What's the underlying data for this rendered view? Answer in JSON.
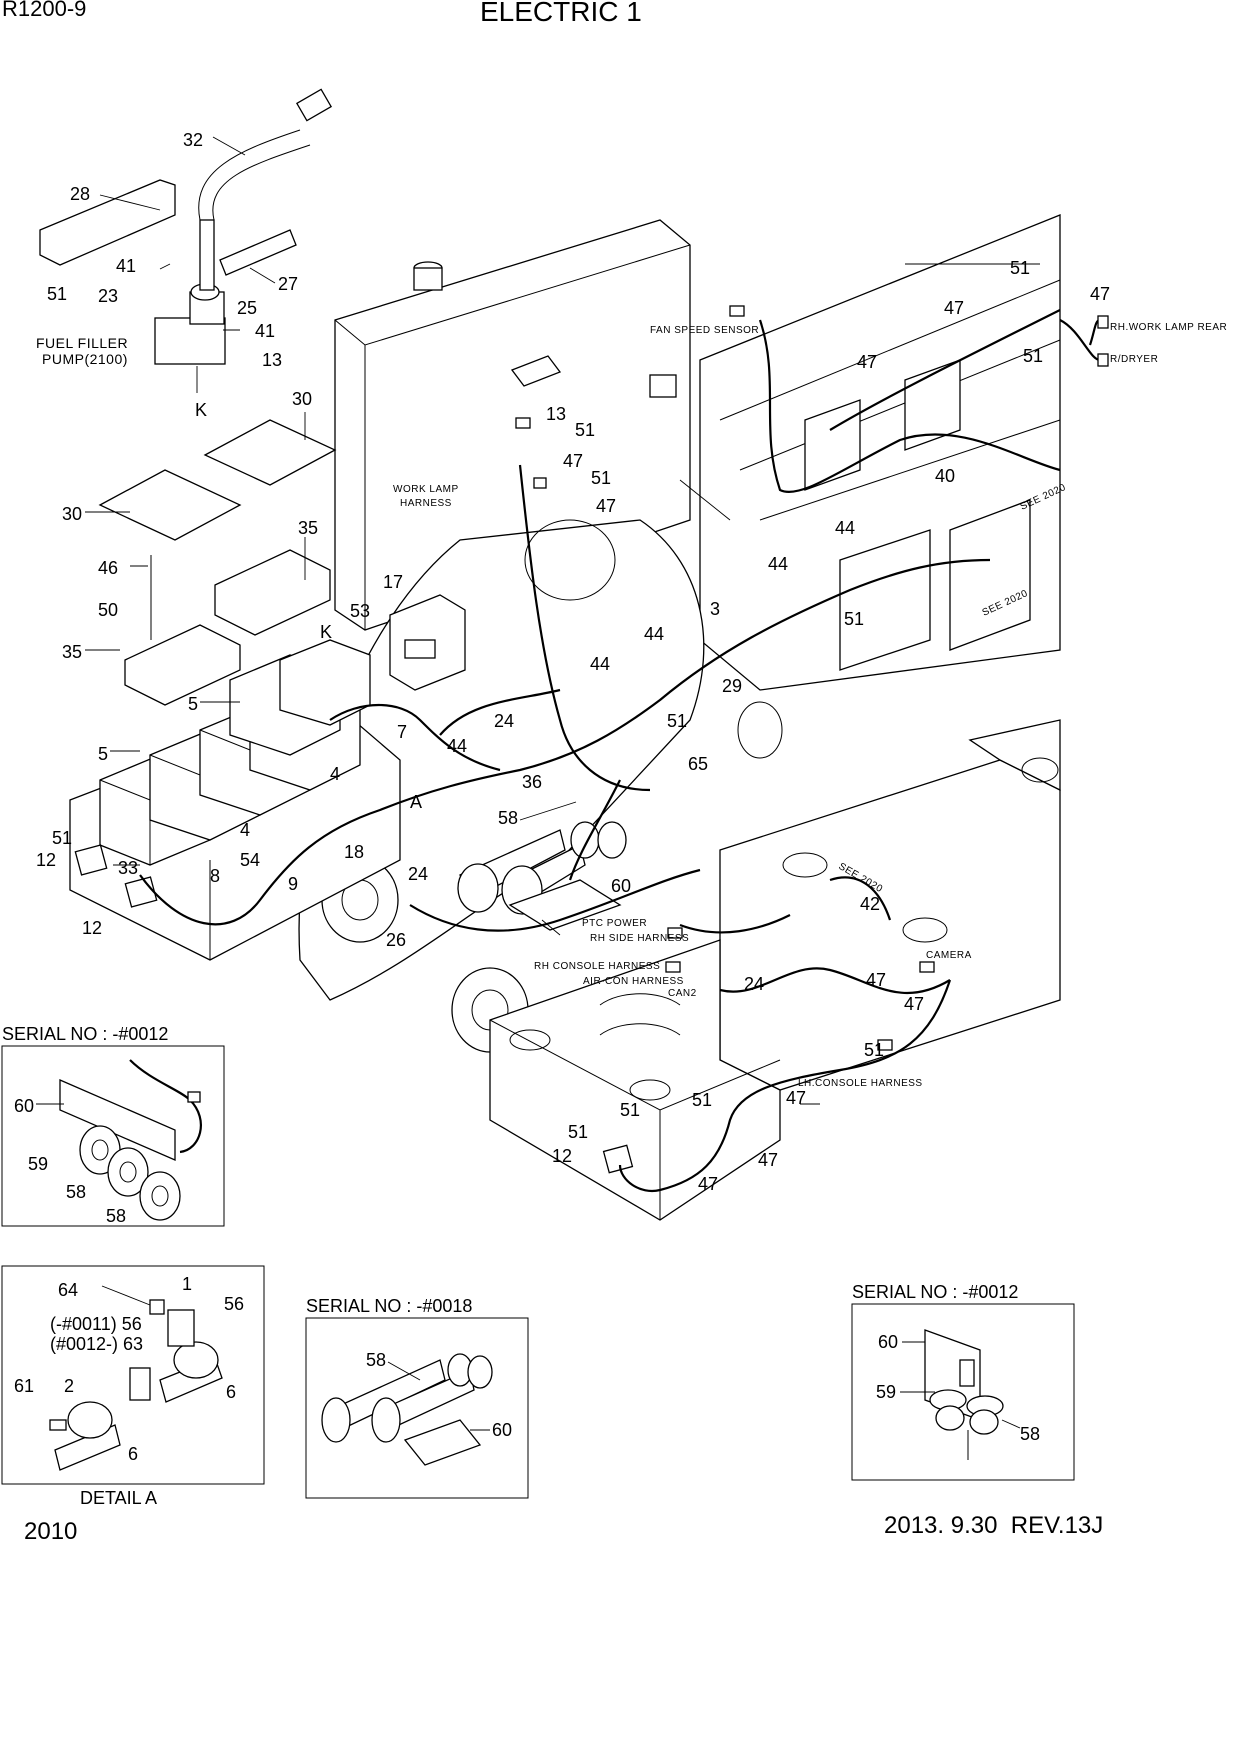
{
  "header": {
    "model": "R1200-9",
    "title": "ELECTRIC 1"
  },
  "footer": {
    "page_code": "2010",
    "revision": "2013. 9.30  REV.13J"
  },
  "notes": {
    "fuel_filler_line1": "FUEL FILLER",
    "fuel_filler_line2": "PUMP(2100)",
    "fan_speed_sensor": "FAN SPEED SENSOR",
    "rh_work_lamp_rear": "RH.WORK LAMP REAR",
    "r_dryer": "R/DRYER",
    "work_lamp_line1": "WORK LAMP",
    "work_lamp_line2": "HARNESS",
    "see_2020_a": "SEE 2020",
    "see_2020_b": "SEE 2020",
    "see_2020_c": "SEE 2020",
    "ptc_power": "PTC POWER",
    "rh_side_harness": "RH SIDE HARNESS",
    "rh_console_harness": "RH CONSOLE HARNESS",
    "air_con_harness": "AIR-CON HARNESS",
    "can2": "CAN2",
    "camera": "CAMERA",
    "lh_console_harness": "LH.CONSOLE HARNESS",
    "detail_k": "K",
    "detail_k2": "K",
    "detail_a": "A"
  },
  "callouts": {
    "c32": "32",
    "c28": "28",
    "c27": "27",
    "c41a": "41",
    "c51a": "51",
    "c23": "23",
    "c25": "25",
    "c41b": "41",
    "c13a": "13",
    "c30a": "30",
    "c30b": "30",
    "c35a": "35",
    "c46": "46",
    "c50": "50",
    "c35b": "35",
    "c17": "17",
    "c53": "53",
    "c5a": "5",
    "c5b": "5",
    "c4a": "4",
    "c4b": "4",
    "c7": "7",
    "c44a": "44",
    "c51b": "51",
    "c12a": "12",
    "c33": "33",
    "c12b": "12",
    "c54": "54",
    "c8": "8",
    "c9": "9",
    "c18": "18",
    "c24a": "24",
    "c26": "26",
    "c13b": "13",
    "c51c": "51",
    "c47a": "47",
    "c51d": "51",
    "c47b": "47",
    "c51e": "51",
    "c47c": "47",
    "c47d": "47",
    "c51f": "51",
    "c47e": "47",
    "c40": "40",
    "c44b": "44",
    "c44c": "44",
    "c3": "3",
    "c51g": "51",
    "c44d": "44",
    "c44e": "44",
    "c29": "29",
    "c24b": "24",
    "c51h": "51",
    "c65": "65",
    "c36": "36",
    "c58": "58",
    "c60": "60",
    "c42": "42",
    "c24c": "24",
    "c47f": "47",
    "c47g": "47",
    "c51i": "51",
    "c47h": "47",
    "c51j": "51",
    "c51k": "51",
    "c12c": "12",
    "c47i": "47",
    "c47j": "47"
  },
  "inset_left": {
    "title": "SERIAL NO : -#0012",
    "c60": "60",
    "c59": "59",
    "c58a": "58",
    "c58b": "58"
  },
  "detail_a": {
    "caption": "DETAIL A",
    "c64": "64",
    "c1": "1",
    "c56": "56",
    "range1": "(-#0011) 56",
    "range2": "(#0012-) 63",
    "c2": "2",
    "c61": "61",
    "c6a": "6",
    "c6b": "6"
  },
  "inset_mid": {
    "title": "SERIAL NO : -#0018",
    "c58": "58",
    "c60": "60"
  },
  "inset_right": {
    "title": "SERIAL NO : -#0012",
    "c60": "60",
    "c59": "59",
    "c58": "58"
  }
}
